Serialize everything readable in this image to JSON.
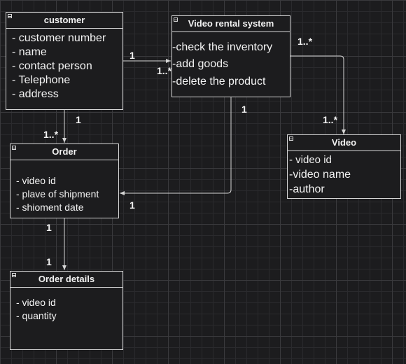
{
  "classes": {
    "customer": {
      "title": "customer",
      "attributes": [
        "- customer number",
        "- name",
        "- contact person",
        "- Telephone",
        "- address"
      ]
    },
    "rental": {
      "title": "Video rental system",
      "attributes": [
        "-check the inventory",
        "-add goods",
        "-delete the product"
      ]
    },
    "order": {
      "title": "Order",
      "attributes": [
        "- video id",
        "- plave of shipment",
        "- shioment date"
      ]
    },
    "video": {
      "title": "Video",
      "attributes": [
        "- video id",
        "-video name",
        "-author"
      ]
    },
    "order_details": {
      "title": "Order details",
      "attributes": [
        "- video id",
        "- quantity"
      ]
    }
  },
  "multiplicities": {
    "customer_rental_near_customer": "1",
    "customer_rental_near_rental": "1..*",
    "rental_video_near_rental": "1..*",
    "rental_video_near_video": "1..*",
    "customer_order_near_customer": "1",
    "customer_order_near_order": "1..*",
    "rental_order_near_rental": "1",
    "rental_order_near_order": "1",
    "order_details_near_order": "1",
    "order_details_near_details": "1"
  }
}
